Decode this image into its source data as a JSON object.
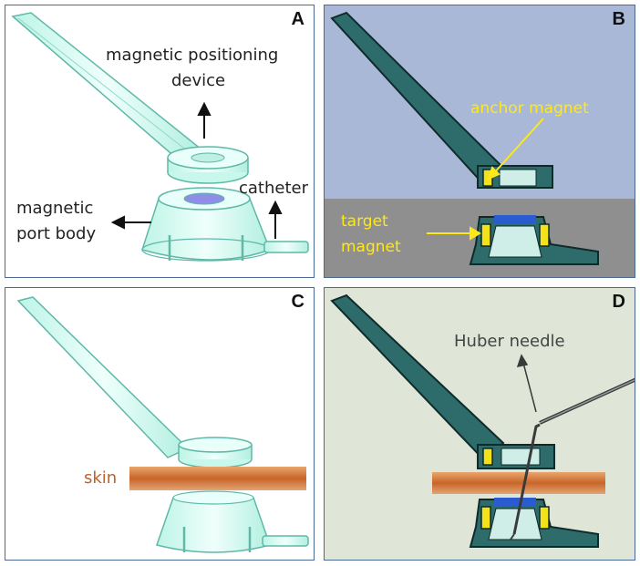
{
  "panels": {
    "a": {
      "label": "A",
      "bg": "#ffffff"
    },
    "b": {
      "label": "B",
      "bg": "#a9b8d6"
    },
    "c": {
      "label": "C",
      "bg": "#ffffff"
    },
    "d": {
      "label": "D",
      "bg": "#dfe6d8"
    }
  },
  "labels": {
    "device_line1": "magnetic positioning",
    "device_line2": "device",
    "catheter": "catheter",
    "port_line1": "magnetic",
    "port_line2": "port body",
    "anchor": "anchor magnet",
    "target_line1": "target",
    "target_line2": "magnet",
    "skin": "skin",
    "huber": "Huber needle"
  },
  "colors": {
    "device_fill": "#d8fbf2",
    "device_stroke": "#5fb8a8",
    "section_fill": "#2e6b6b",
    "magnet": "#f3e21a",
    "skin": "#d98a50",
    "tissue": "#8f8f8f",
    "septum": "#2a5bd0",
    "annotation_yellow": "#ffe81a"
  }
}
